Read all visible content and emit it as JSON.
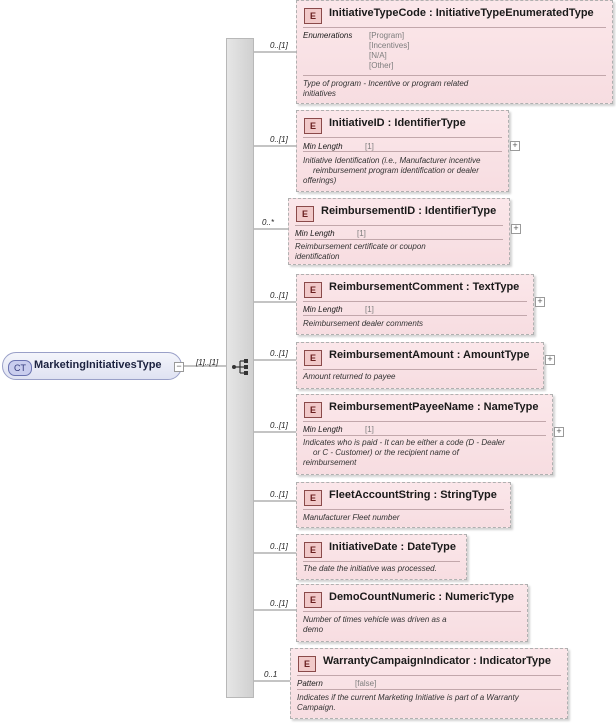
{
  "root": {
    "badge": "CT",
    "name": "MarketingInitiativesType",
    "collapse_symbol": "−",
    "occurrence": "[1]..[1]"
  },
  "elements": [
    {
      "badge": "E",
      "title": "InitiativeTypeCode : InitiativeTypeEnumeratedType",
      "occurrence": "0..[1]",
      "facet_label": "Enumerations",
      "facet_values": [
        "[Program]",
        "[Incentives]",
        "[N/A]",
        "[Other]"
      ],
      "doc": [
        "Type of program - Incentive or program related",
        "initiatives"
      ],
      "expand": ""
    },
    {
      "badge": "E",
      "title": "InitiativeID : IdentifierType",
      "occurrence": "0..[1]",
      "facet_label": "Min Length",
      "facet_values": [
        "[1]"
      ],
      "doc": [
        "Initiative Identification (i.e., Manufacturer incentive",
        "reimbursement program identification or dealer",
        "offerings)"
      ],
      "expand": "+"
    },
    {
      "badge": "E",
      "title": "ReimbursementID : IdentifierType",
      "occurrence": "0..*",
      "facet_label": "Min Length",
      "facet_values": [
        "[1]"
      ],
      "doc": [
        "Reimbursement certificate or coupon",
        "identification"
      ],
      "expand": "+"
    },
    {
      "badge": "E",
      "title": "ReimbursementComment : TextType",
      "occurrence": "0..[1]",
      "facet_label": "Min Length",
      "facet_values": [
        "[1]"
      ],
      "doc": [
        "Reimbursement dealer comments"
      ],
      "expand": "+"
    },
    {
      "badge": "E",
      "title": "ReimbursementAmount : AmountType",
      "occurrence": "0..[1]",
      "facet_label": "",
      "facet_values": [],
      "doc": [
        "Amount returned to payee"
      ],
      "expand": "+"
    },
    {
      "badge": "E",
      "title": "ReimbursementPayeeName : NameType",
      "occurrence": "0..[1]",
      "facet_label": "Min Length",
      "facet_values": [
        "[1]"
      ],
      "doc": [
        "Indicates who is paid - It can be either a code (D - Dealer",
        "or C - Customer) or the recipient name of",
        "reimbursement"
      ],
      "expand": "+"
    },
    {
      "badge": "E",
      "title": "FleetAccountString : StringType",
      "occurrence": "0..[1]",
      "facet_label": "",
      "facet_values": [],
      "doc": [
        "Manufacturer Fleet number"
      ],
      "expand": ""
    },
    {
      "badge": "E",
      "title": "InitiativeDate : DateType",
      "occurrence": "0..[1]",
      "facet_label": "",
      "facet_values": [],
      "doc": [
        "The date the initiative was processed."
      ],
      "expand": ""
    },
    {
      "badge": "E",
      "title": "DemoCountNumeric : NumericType",
      "occurrence": "0..[1]",
      "facet_label": "",
      "facet_values": [],
      "doc": [
        "Number of times vehicle was driven as a",
        "demo"
      ],
      "expand": ""
    },
    {
      "badge": "E",
      "title": "WarrantyCampaignIndicator : IndicatorType",
      "occurrence": "0..1",
      "facet_label": "Pattern",
      "facet_values": [
        "[false]"
      ],
      "doc": [
        "Indicates if the current Marketing Initiative is part of a Warranty",
        "Campaign."
      ],
      "expand": ""
    }
  ]
}
